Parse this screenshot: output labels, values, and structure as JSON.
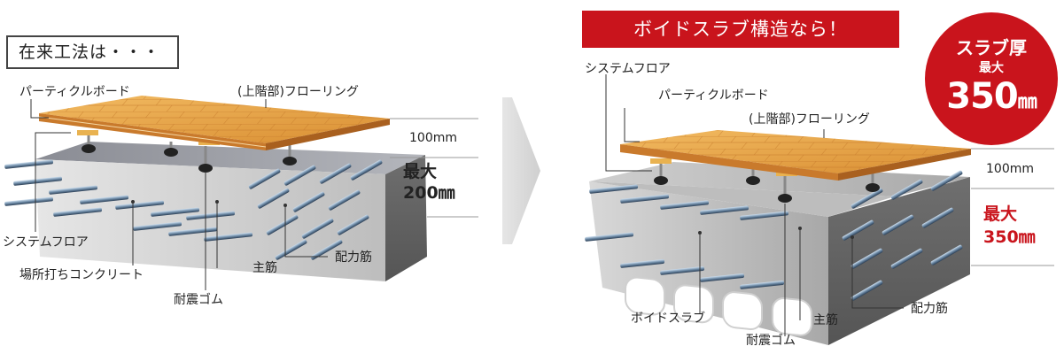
{
  "left": {
    "title": "在来工法は・・・",
    "labels": {
      "particle_board": "パーティクルボード",
      "flooring": "(上階部)フローリング",
      "thickness_small": "100mm",
      "max_label": "最大",
      "max_value": "200",
      "max_unit": "㎜",
      "system_floor": "システムフロア",
      "cast_concrete": "場所打ちコンクリート",
      "seismic_rubber": "耐震ゴム",
      "main_rebar": "主筋",
      "distribution_rebar": "配力筋"
    }
  },
  "right": {
    "banner": "ボイドスラブ構造なら！",
    "badge": {
      "line1": "スラブ厚",
      "line2": "最大",
      "value": "350",
      "unit": "㎜"
    },
    "labels": {
      "system_floor": "システムフロア",
      "particle_board": "パーティクルボード",
      "flooring": "(上階部)フローリング",
      "thickness_small": "100mm",
      "max_label": "最大",
      "max_value": "350",
      "max_unit": "㎜",
      "void_slab": "ボイドスラブ",
      "seismic_rubber": "耐震ゴム",
      "main_rebar": "主筋",
      "distribution_rebar": "配力筋"
    }
  },
  "colors": {
    "accent_red": "#c9141c",
    "floor_wood": "#e4a24a",
    "concrete": "#9a9a9a",
    "arrow": "#dcdcdc"
  }
}
